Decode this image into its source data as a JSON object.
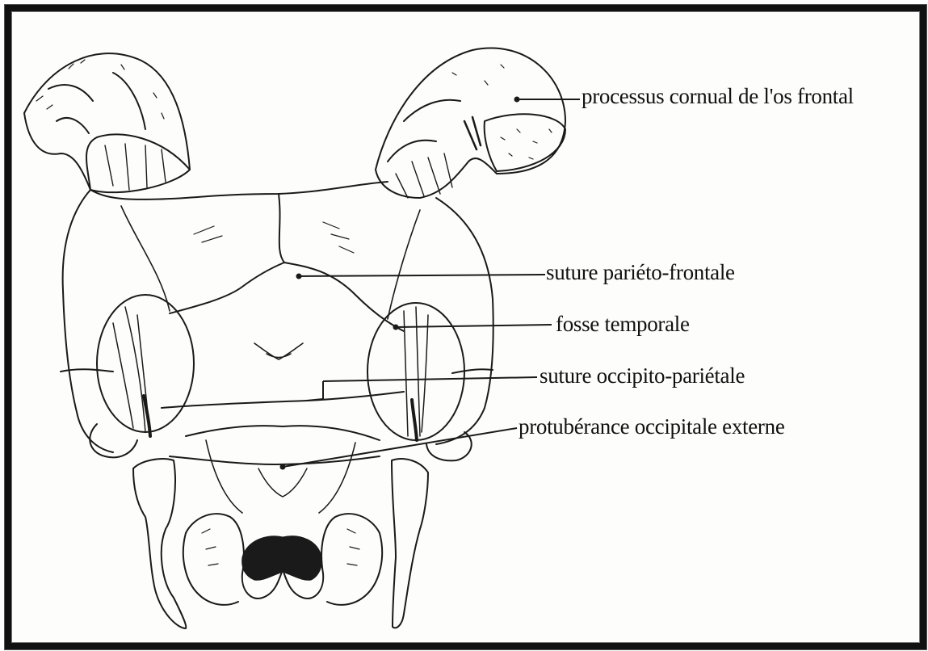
{
  "figure": {
    "labels": {
      "horn_process": "processus cornual de l'os frontal",
      "parieto_frontal_suture": "suture pariéto-frontale",
      "temporal_fossa": "fosse temporale",
      "occipito_parietal_suture": "suture occipito-pariétale",
      "external_occipital_protuberance": "protubérance occipitale externe"
    },
    "colors": {
      "line": "#1a1a1a",
      "frame": "#111111",
      "background": "#fdfdfb"
    }
  }
}
